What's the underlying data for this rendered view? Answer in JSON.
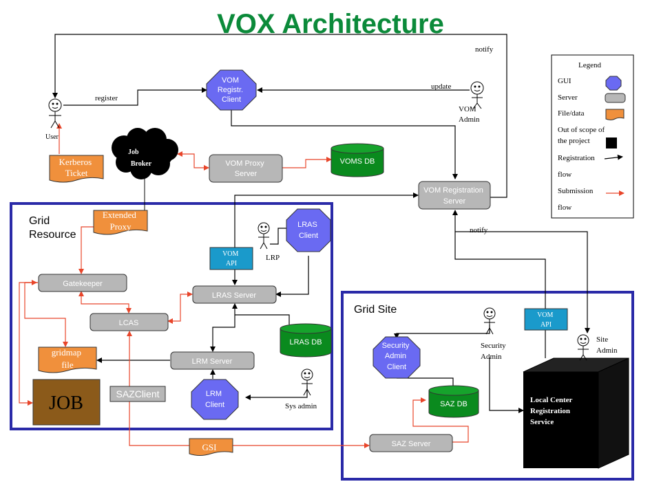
{
  "title": "VOX Architecture",
  "colors": {
    "title": "#0b8a3a",
    "gui": "#6a6af2",
    "server": "#b7b7b7",
    "file": "#f0903c",
    "db": "#0a8a1e",
    "api": "#1a9acb",
    "boundary": "#2a2aa8",
    "flow_registration": "#000000",
    "flow_submission": "#e8452a"
  },
  "nodes": {
    "vom_registr_client": {
      "line1": "VOM",
      "line2": "Registr.",
      "line3": "Client"
    },
    "vom_proxy_server": {
      "line1": "VOM Proxy",
      "line2": "Server"
    },
    "voms_db": "VOMS DB",
    "vom_registration_server": {
      "line1": "VOM Registration",
      "line2": "Server"
    },
    "job_broker": {
      "line1": "Job",
      "line2": "Broker"
    },
    "kerberos_ticket": {
      "line1": "Kerberos",
      "line2": "Ticket"
    },
    "extended_proxy": {
      "line1": "Extended",
      "line2": "Proxy"
    },
    "lras_client": {
      "line1": "LRAS",
      "line2": "Client"
    },
    "vom_api_1": {
      "line1": "VOM",
      "line2": "API"
    },
    "vom_api_2": {
      "line1": "VOM",
      "line2": "API"
    },
    "gatekeeper": "Gatekeeper",
    "lras_server": "LRAS Server",
    "lcas": "LCAS",
    "lras_db": "LRAS DB",
    "lrm_server": "LRM Server",
    "lrm_client": {
      "line1": "LRM",
      "line2": "Client"
    },
    "gridmap_file": {
      "line1": "gridmap",
      "line2": "file"
    },
    "job": "JOB",
    "saz_client": "SAZClient",
    "security_admin_client": {
      "line1": "Security",
      "line2": "Admin",
      "line3": "Client"
    },
    "saz_db": "SAZ DB",
    "saz_server": "SAZ Server",
    "gsi": "GSI",
    "local_center": {
      "line1": "Local Center",
      "line2": "Registration",
      "line3": "Service"
    }
  },
  "actors": {
    "user": "User",
    "vom_admin": {
      "line1": "VOM",
      "line2": "Admin"
    },
    "lrp": "LRP",
    "sys_admin": "Sys admin",
    "security_admin": {
      "line1": "Security",
      "line2": "Admin"
    },
    "site_admin": {
      "line1": "Site",
      "line2": "Admin"
    }
  },
  "edge_labels": {
    "register": "register",
    "update": "update",
    "notify_top": "notify",
    "notify_mid": "notify"
  },
  "regions": {
    "grid_resource": {
      "line1": "Grid",
      "line2": "Resource"
    },
    "grid_site": "Grid Site"
  },
  "legend": {
    "title": "Legend",
    "gui": "GUI",
    "server": "Server",
    "file": "File/data",
    "scope": {
      "line1": "Out of scope of",
      "line2": "the project"
    },
    "registration": {
      "line1": "Registration",
      "line2": "flow"
    },
    "submission": {
      "line1": "Submission",
      "line2": "flow"
    }
  }
}
